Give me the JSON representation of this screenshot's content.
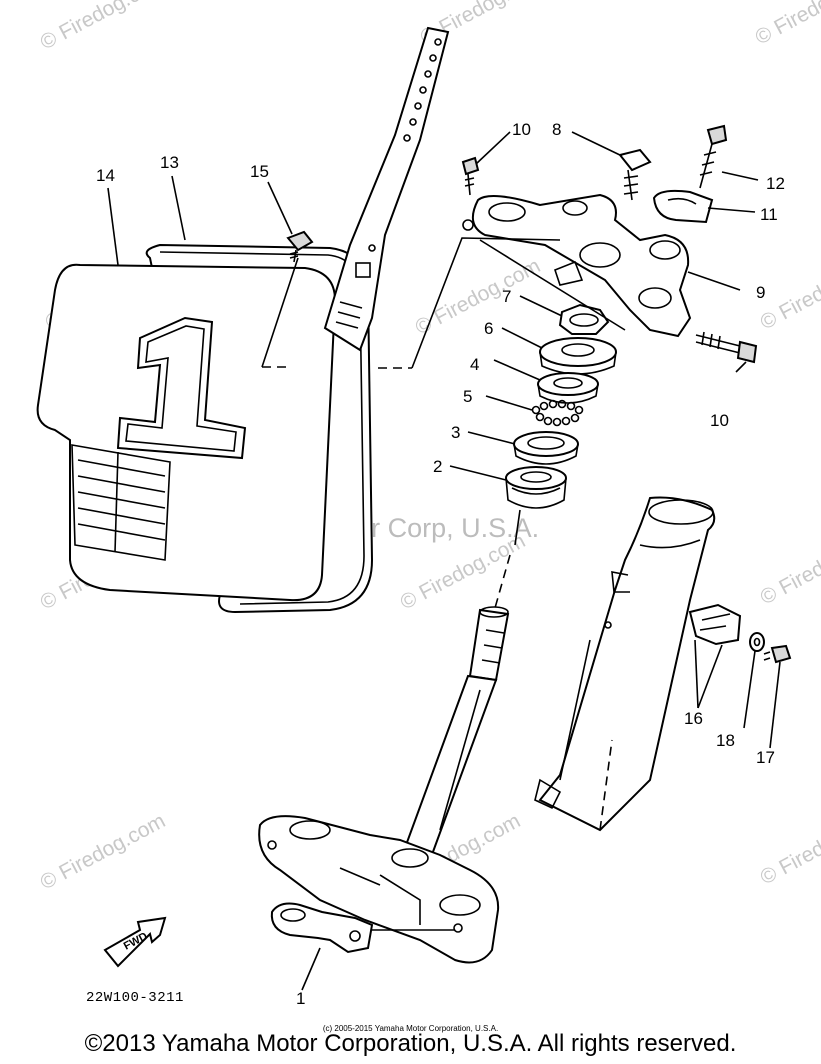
{
  "watermarks": {
    "firedog": "© Firedog.com",
    "center": "Yamaha Motor Corp, U.S.A."
  },
  "callouts": {
    "c1": "1",
    "c2": "2",
    "c3": "3",
    "c4": "4",
    "c5": "5",
    "c6": "6",
    "c7": "7",
    "c8": "8",
    "c9": "9",
    "c10a": "10",
    "c10b": "10",
    "c11": "11",
    "c12": "12",
    "c13": "13",
    "c14": "14",
    "c15": "15",
    "c16": "16",
    "c17": "17",
    "c18": "18"
  },
  "plate_number": "1",
  "fwd_label": "FWD",
  "diagram_code": "22W100-3211",
  "small_copyright": "(c) 2005-2015 Yamaha Motor Corporation, U.S.A.",
  "copyright": "©2013 Yamaha Motor Corporation, U.S.A. All rights reserved."
}
